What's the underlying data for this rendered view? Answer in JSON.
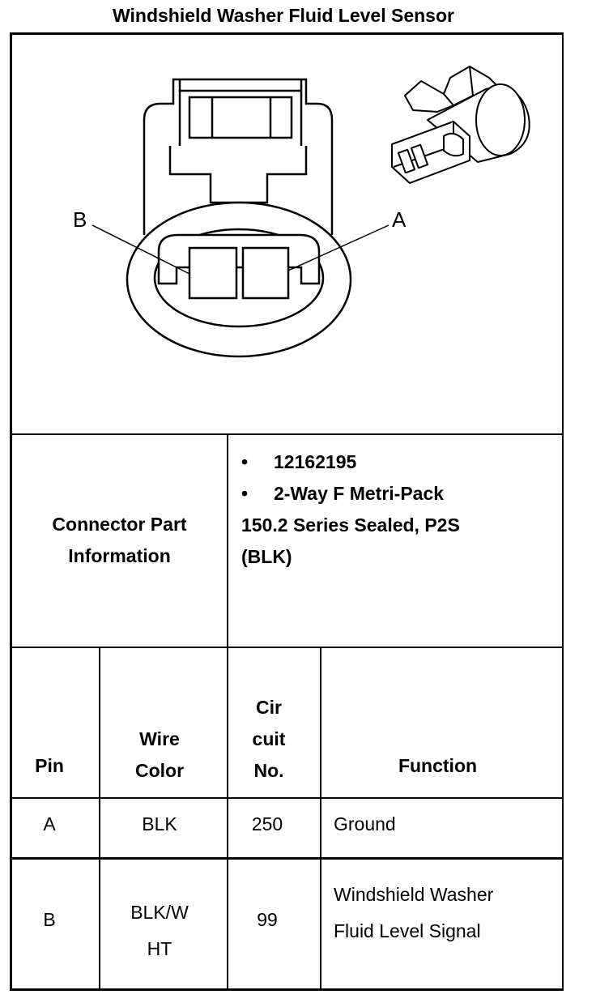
{
  "title": "Windshield Washer Fluid Level Sensor",
  "diagram": {
    "pin_b_label": "B",
    "pin_a_label": "A"
  },
  "connector_info": {
    "label_line1": "Connector Part",
    "label_line2": "Information",
    "bullet_symbol": "•",
    "part_number": "12162195",
    "description_line1": "2-Way F Metri-Pack",
    "description_line2": "150.2 Series Sealed, P2S",
    "description_line3": "(BLK)"
  },
  "table": {
    "headers": {
      "pin": "Pin",
      "wire_color_line1": "Wire",
      "wire_color_line2": "Color",
      "circuit_line1": "Cir",
      "circuit_line2": "cuit",
      "circuit_line3": "No.",
      "function": "Function"
    },
    "rows": [
      {
        "pin": "A",
        "color_line1": "BLK",
        "color_line2": "",
        "circuit": "250",
        "function_line1": "Ground",
        "function_line2": ""
      },
      {
        "pin": "B",
        "color_line1": "BLK/W",
        "color_line2": "HT",
        "circuit": "99",
        "function_line1": "Windshield Washer",
        "function_line2": "Fluid Level Signal"
      }
    ]
  }
}
